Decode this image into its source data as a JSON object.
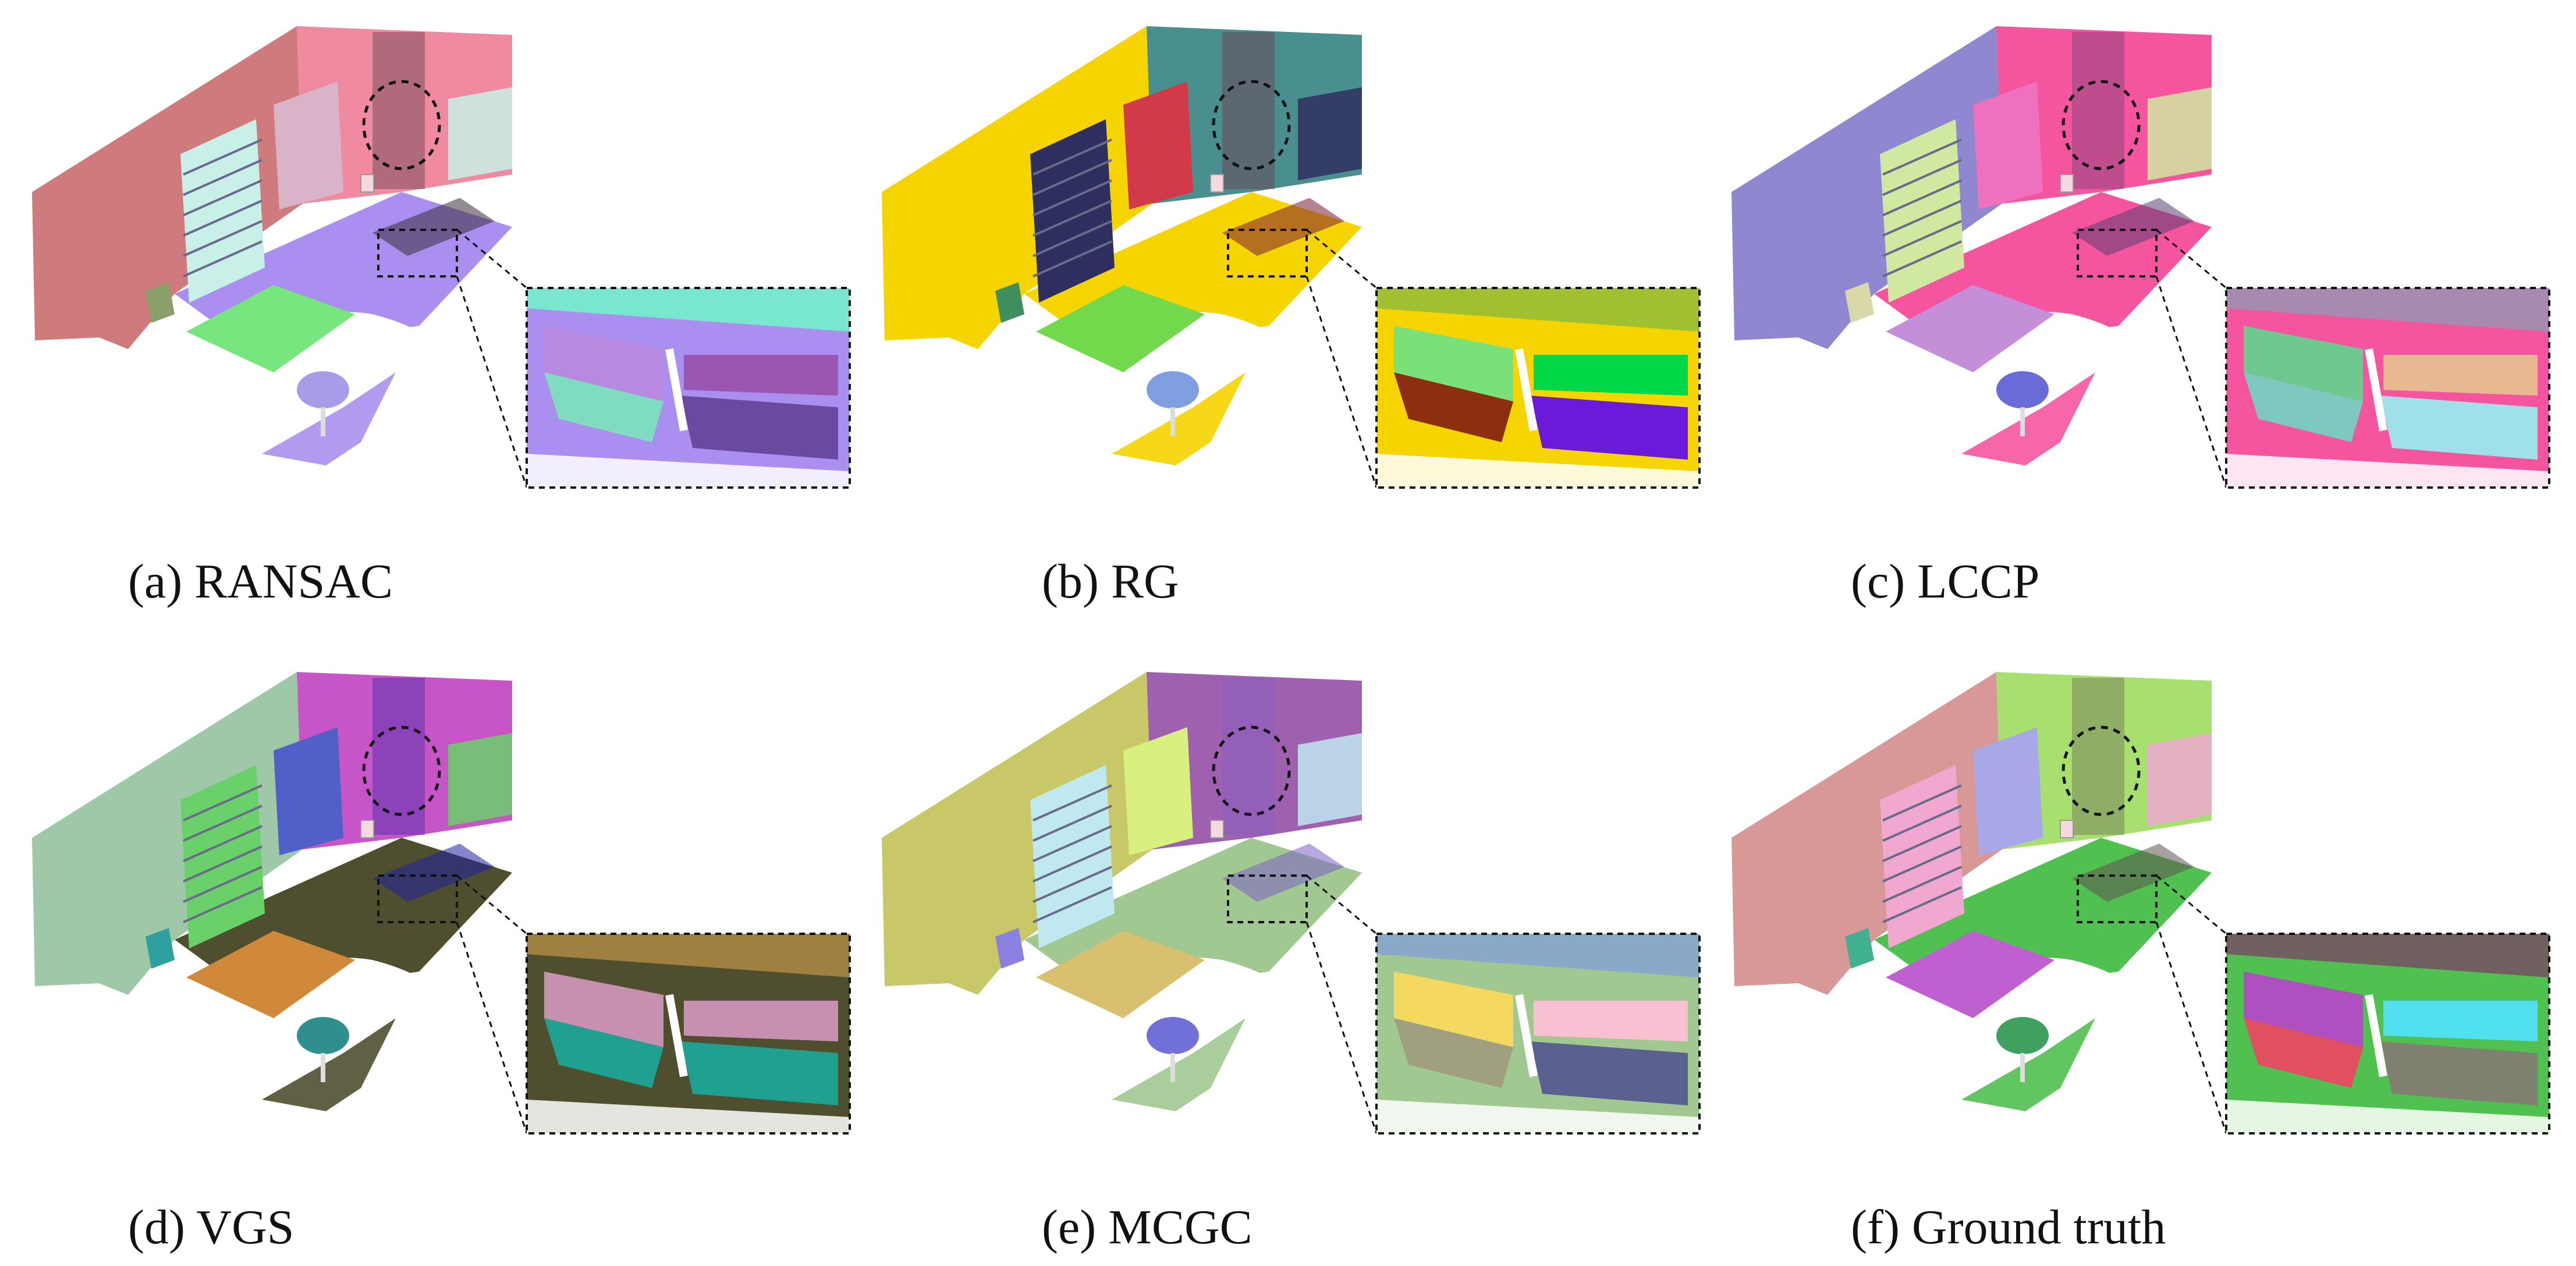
{
  "figure": {
    "panels": [
      {
        "id": "a",
        "caption": "(a) RANSAC",
        "colors": {
          "wall_left": "#cf7b7d",
          "wall_back": "#f08aa0",
          "floor": "#ab8ff0",
          "dark": "#3a2f3a",
          "table": "#78e67e",
          "chair": "#8a9f6a",
          "shelf": "#c8f0e8",
          "cabinet": "#d9b3c8",
          "chair_seat": "#a89ce8",
          "inset_bg": "#ab8ff0",
          "inset_top": "#79e6d0",
          "inset_a": "#b889e0",
          "inset_b": "#7fdcc0",
          "inset_c": "#9a56b0",
          "inset_d": "#6a4aa0"
        }
      },
      {
        "id": "b",
        "caption": "(b) RG",
        "colors": {
          "wall_left": "#f5d400",
          "wall_back": "#4a8f8f",
          "floor": "#f5d400",
          "dark": "#7a1d3a",
          "table": "#73d94c",
          "chair": "#3f8f5f",
          "shelf": "#2f2f5f",
          "cabinet": "#d23a4a",
          "chair_seat": "#7f9fe0",
          "inset_bg": "#f5d400",
          "inset_top": "#a0c030",
          "inset_a": "#7ae07a",
          "inset_b": "#8b2f10",
          "inset_c": "#00d84a",
          "inset_d": "#6a1ad8"
        }
      },
      {
        "id": "c",
        "caption": "(c) LCCP",
        "colors": {
          "wall_left": "#8f88d0",
          "wall_back": "#f5559f",
          "floor": "#f5559f",
          "dark": "#5a3f70",
          "table": "#c48fd8",
          "chair": "#d8d8a8",
          "shelf": "#d0e8a0",
          "cabinet": "#f070c0",
          "chair_seat": "#6a6ad8",
          "inset_bg": "#f5559f",
          "inset_top": "#a88ab0",
          "inset_a": "#6fc890",
          "inset_b": "#7fc8c0",
          "inset_c": "#e8b890",
          "inset_d": "#a0e0e8"
        }
      },
      {
        "id": "d",
        "caption": "(d) VGS",
        "colors": {
          "wall_left": "#9fc8a8",
          "wall_back": "#c855c8",
          "floor": "#4f4f30",
          "dark": "#2020a0",
          "table": "#d0883a",
          "chair": "#2fa0a0",
          "shelf": "#6ad06a",
          "cabinet": "#5060c8",
          "chair_seat": "#2f8f8f",
          "inset_bg": "#4f4f30",
          "inset_top": "#a08040",
          "inset_a": "#c890b0",
          "inset_b": "#20a090",
          "inset_c": "#c890b0",
          "inset_d": "#20a090"
        }
      },
      {
        "id": "e",
        "caption": "(e) MCGC",
        "colors": {
          "wall_left": "#c8c868",
          "wall_back": "#a060b0",
          "floor": "#a0c890",
          "dark": "#7f5fc8",
          "table": "#d8c070",
          "chair": "#8a80e0",
          "shelf": "#c0e8f0",
          "cabinet": "#d8f080",
          "chair_seat": "#7070d8",
          "inset_bg": "#a0c890",
          "inset_top": "#8aa8c8",
          "inset_a": "#f5d860",
          "inset_b": "#a0a080",
          "inset_c": "#f8c0d0",
          "inset_d": "#5a6090"
        }
      },
      {
        "id": "f",
        "caption": "(f) Ground truth",
        "colors": {
          "wall_left": "#d89898",
          "wall_back": "#a8e070",
          "floor": "#50c050",
          "dark": "#605050",
          "table": "#c060d0",
          "chair": "#40b090",
          "shelf": "#f0a8d0",
          "cabinet": "#a8a8e8",
          "chair_seat": "#40a060",
          "inset_bg": "#50c050",
          "inset_top": "#706060",
          "inset_a": "#b050c0",
          "inset_b": "#e05060",
          "inset_c": "#50e0f0",
          "inset_d": "#808070"
        }
      }
    ]
  }
}
